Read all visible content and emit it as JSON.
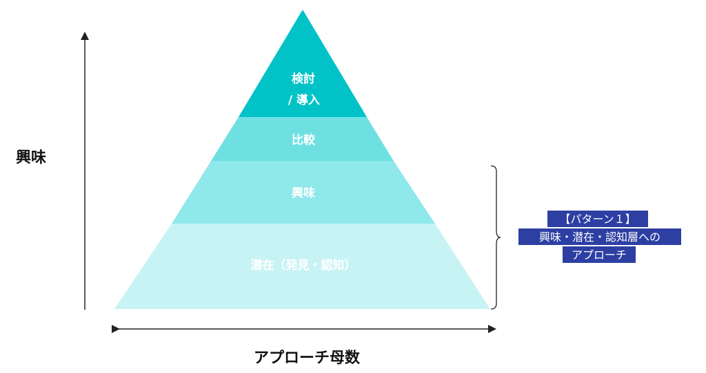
{
  "pyramid": {
    "layers": [
      {
        "lines": [
          "検討",
          "/ 導入"
        ],
        "color": "#00c2c7"
      },
      {
        "lines": [
          "比較"
        ],
        "color": "#6ee0e2"
      },
      {
        "lines": [
          "興味"
        ],
        "color": "#8fe8ea"
      },
      {
        "lines": [
          "潜在（発見・認知）"
        ],
        "color": "#c8f3f4"
      }
    ]
  },
  "axes": {
    "y_label": "興味",
    "x_label": "アプローチ母数"
  },
  "annotation": {
    "lines": [
      "【パターン１】",
      "興味・潜在・認知層への",
      "アプローチ"
    ],
    "background": "#2d3fa3"
  }
}
